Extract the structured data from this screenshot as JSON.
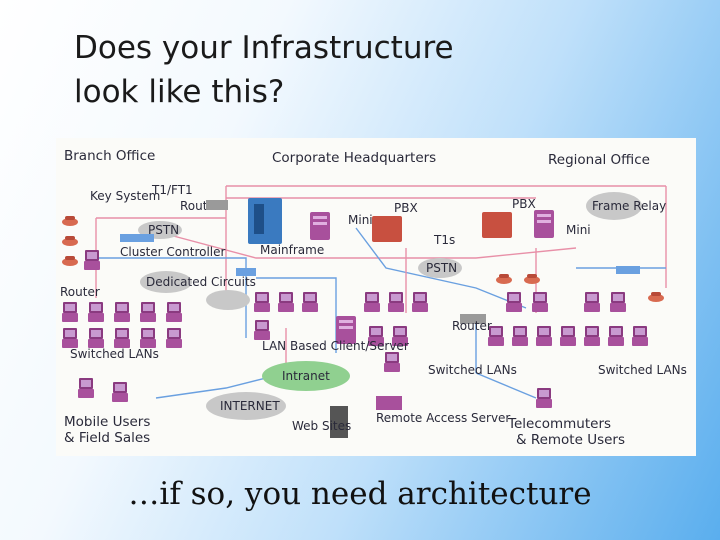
{
  "slide": {
    "title_line1": "Does your Infrastructure",
    "title_line2": "look like this?",
    "caption": "…if so, you need architecture"
  },
  "diagram": {
    "labels": {
      "branch_office": "Branch Office",
      "corporate_hq": "Corporate Headquarters",
      "regional_office": "Regional Office",
      "t1_ft1": "T1/FT1",
      "key_system": "Key System",
      "router_branch": "Router",
      "pstn_branch": "PSTN",
      "cluster_controller": "Cluster Controller",
      "dedicated_circuits": "Dedicated Circuits",
      "router_left": "Router",
      "switched_lans_left": "Switched LANs",
      "mainframe": "Mainframe",
      "mini_hq": "Mini",
      "pbx_hq": "PBX",
      "t1s": "T1s",
      "pstn_center": "PSTN",
      "router_center": "Router",
      "lan_based": "LAN Based Client/Server",
      "switched_lans_center": "Switched LANs",
      "intranet": "Intranet",
      "internet": "INTERNET",
      "web_sites": "Web Sites",
      "remote_access_server": "Remote Access Server",
      "pbx_regional": "PBX",
      "mini_regional": "Mini",
      "frame_relay": "Frame Relay",
      "switched_lans_right": "Switched LANs",
      "mobile_users": "Mobile Users",
      "field_sales": "& Field Sales",
      "telecommuters": "Telecommuters",
      "remote_users": "& Remote Users"
    },
    "colors": {
      "computer": "#a8509c",
      "monitor": "#8a3a80",
      "phone": "#d86a50",
      "pbx": "#c85040",
      "mainframe": "#3a7ac0",
      "network_cloud": "#90d090",
      "internet_cloud": "#c8c8c8",
      "wire_pink": "#e890a8",
      "wire_blue": "#6aa0e0"
    }
  }
}
